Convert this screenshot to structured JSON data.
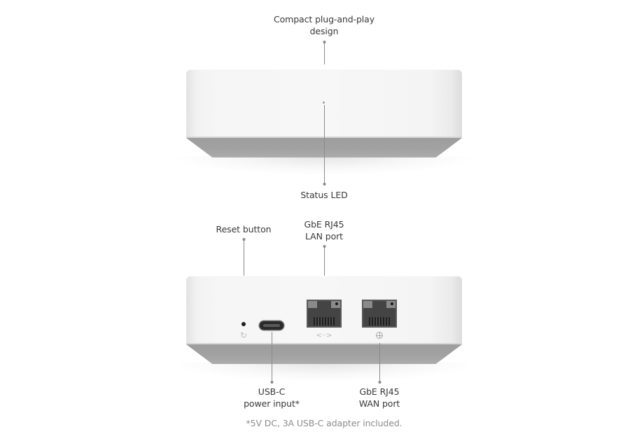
{
  "top_view": {
    "callouts": {
      "design": {
        "line1": "Compact plug-and-play",
        "line2": "design"
      },
      "status_led": "Status LED"
    }
  },
  "rear_view": {
    "callouts": {
      "reset": "Reset button",
      "lan": {
        "line1": "GbE RJ45",
        "line2": "LAN port"
      },
      "usbc": {
        "line1": "USB-C",
        "line2": "power input*"
      },
      "wan": {
        "line1": "GbE RJ45",
        "line2": "WAN port"
      }
    },
    "port_icons": {
      "reset": "reset-icon",
      "lan": "<··>",
      "wan": "globe-icon"
    }
  },
  "footnote": "*5V DC, 3A USB-C adapter included.",
  "colors": {
    "shell": "#f7f7f7",
    "base": "#a0a0a0",
    "leader": "#8a8a8a",
    "text": "#383838",
    "footnote": "#8c8c8c"
  }
}
